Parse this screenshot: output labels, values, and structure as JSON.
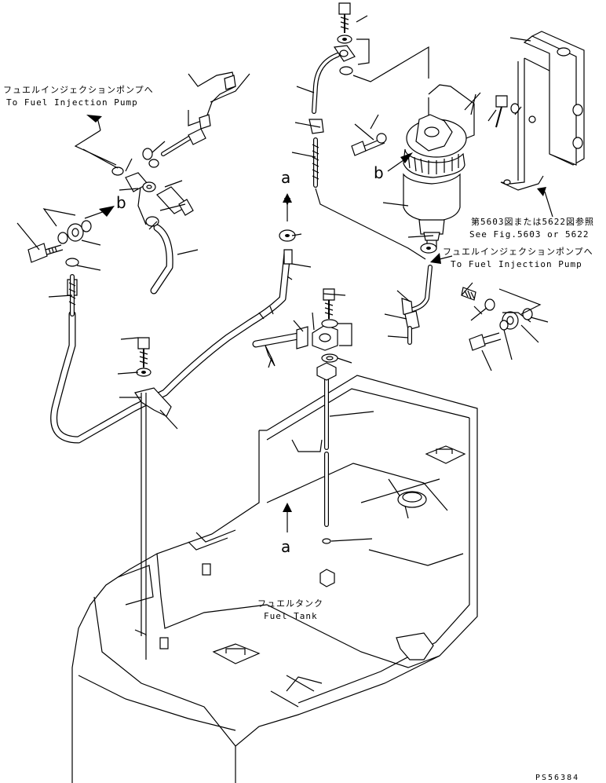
{
  "labels": {
    "to_pump_left_jp": "フュエルインジェクションポンプへ",
    "to_pump_left_en": "To Fuel Injection Pump",
    "to_pump_right_jp": "フュエルインジェクションポンプへ",
    "to_pump_right_en": "To Fuel Injection Pump",
    "see_fig_jp": "第5603図または5622図参照",
    "see_fig_en": "See Fig.5603 or 5622",
    "fuel_tank_jp": "フュエルタンク",
    "fuel_tank_en": "Fuel Tank",
    "ref_a_upper": "a",
    "ref_a_lower": "a",
    "ref_b_left": "b",
    "ref_b_filter": "b",
    "drawing_no": "PS56384"
  }
}
